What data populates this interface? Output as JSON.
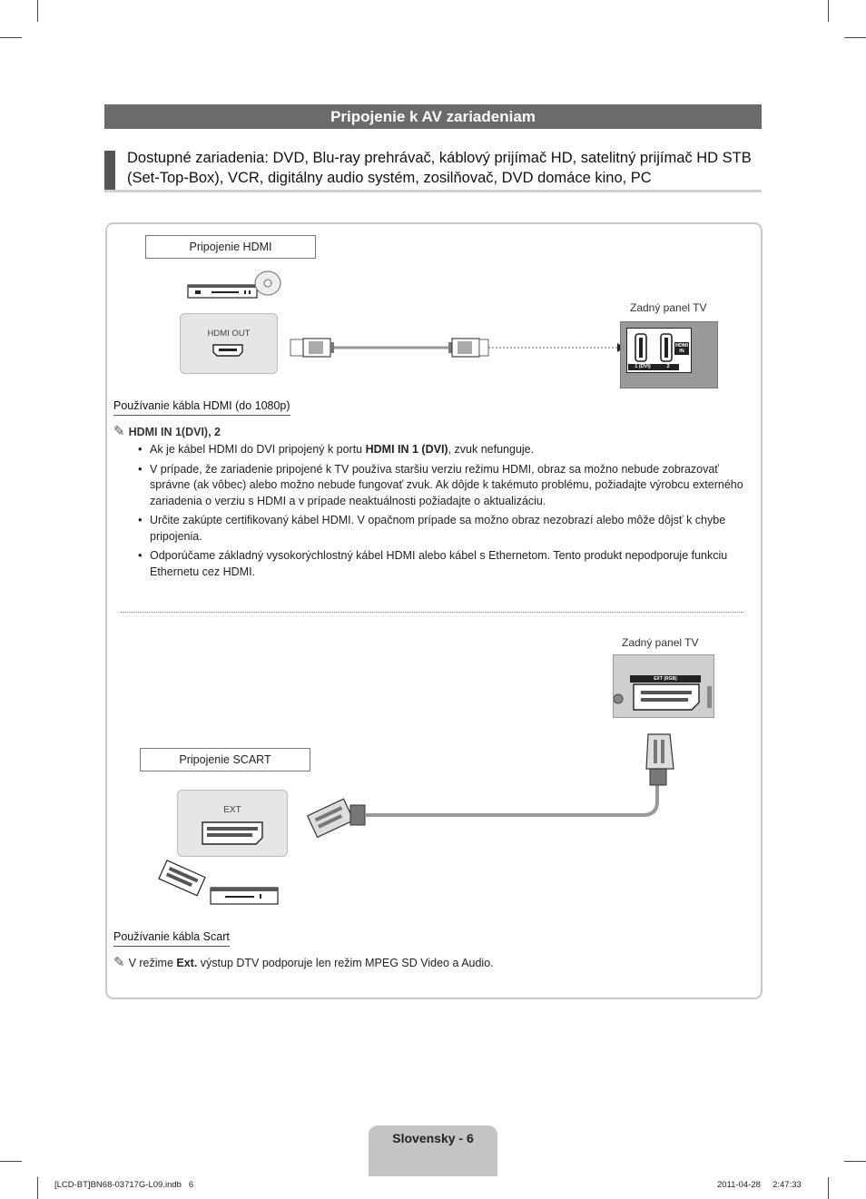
{
  "section_title": "Pripojenie k AV zariadeniam",
  "subheading": "Dostupné zariadenia: DVD, Blu-ray prehrávač, káblový prijímač HD, satelitný prijímač HD STB (Set-Top-Box), VCR, digitálny audio systém, zosilňovač, DVD domáce kino, PC",
  "hdmi": {
    "box_label": "Pripojenie HDMI",
    "port_label": "HDMI OUT",
    "tv_label": "Zadný panel TV",
    "tv_port_1": "1 (DVI)",
    "tv_port_2": "2",
    "tv_port_text": "HDMI IN",
    "usage_heading": "Používanie kábla HDMI (do 1080p)",
    "note_title": "HDMI IN 1(DVI), 2",
    "bullet1_pre": "Ak je kábel HDMI do DVI pripojený k portu ",
    "bullet1_bold": "HDMI IN 1 (DVI)",
    "bullet1_post": ", zvuk nefunguje.",
    "bullet2": "V prípade, že zariadenie pripojené k TV používa staršiu verziu režimu HDMI, obraz sa možno nebude zobrazovať správne (ak vôbec) alebo možno nebude fungovať zvuk. Ak dôjde k takémuto problému, požiadajte výrobcu externého zariadenia o verziu s HDMI a v prípade neaktuálnosti požiadajte o aktualizáciu.",
    "bullet3": "Určite zakúpte certifikovaný kábel HDMI. V opačnom prípade sa možno obraz nezobrazí alebo môže dôjsť k chybe pripojenia.",
    "bullet4": "Odporúčame základný vysokorýchlostný kábel HDMI alebo kábel s Ethernetom. Tento produkt nepodporuje funkciu Ethernetu cez HDMI."
  },
  "scart": {
    "tv_label": "Zadný panel TV",
    "tv_port_label": "EXT (RGB)",
    "box_label": "Pripojenie SCART",
    "port_label": "EXT",
    "usage_heading": "Používanie kábla Scart",
    "note_pre": "V režime ",
    "note_bold": "Ext.",
    "note_post": " výstup DTV podporuje len režim MPEG SD Video a Audio."
  },
  "footer": {
    "page_label": "Slovensky - 6",
    "file": "[LCD-BT]BN68-03717G-L09.indb   6",
    "date": "2011-04-28     2:47:33"
  },
  "colors": {
    "title_bar": "#6b6b6b",
    "panel_border": "#c8c8c8",
    "footer_tab": "#c4c4c4"
  }
}
